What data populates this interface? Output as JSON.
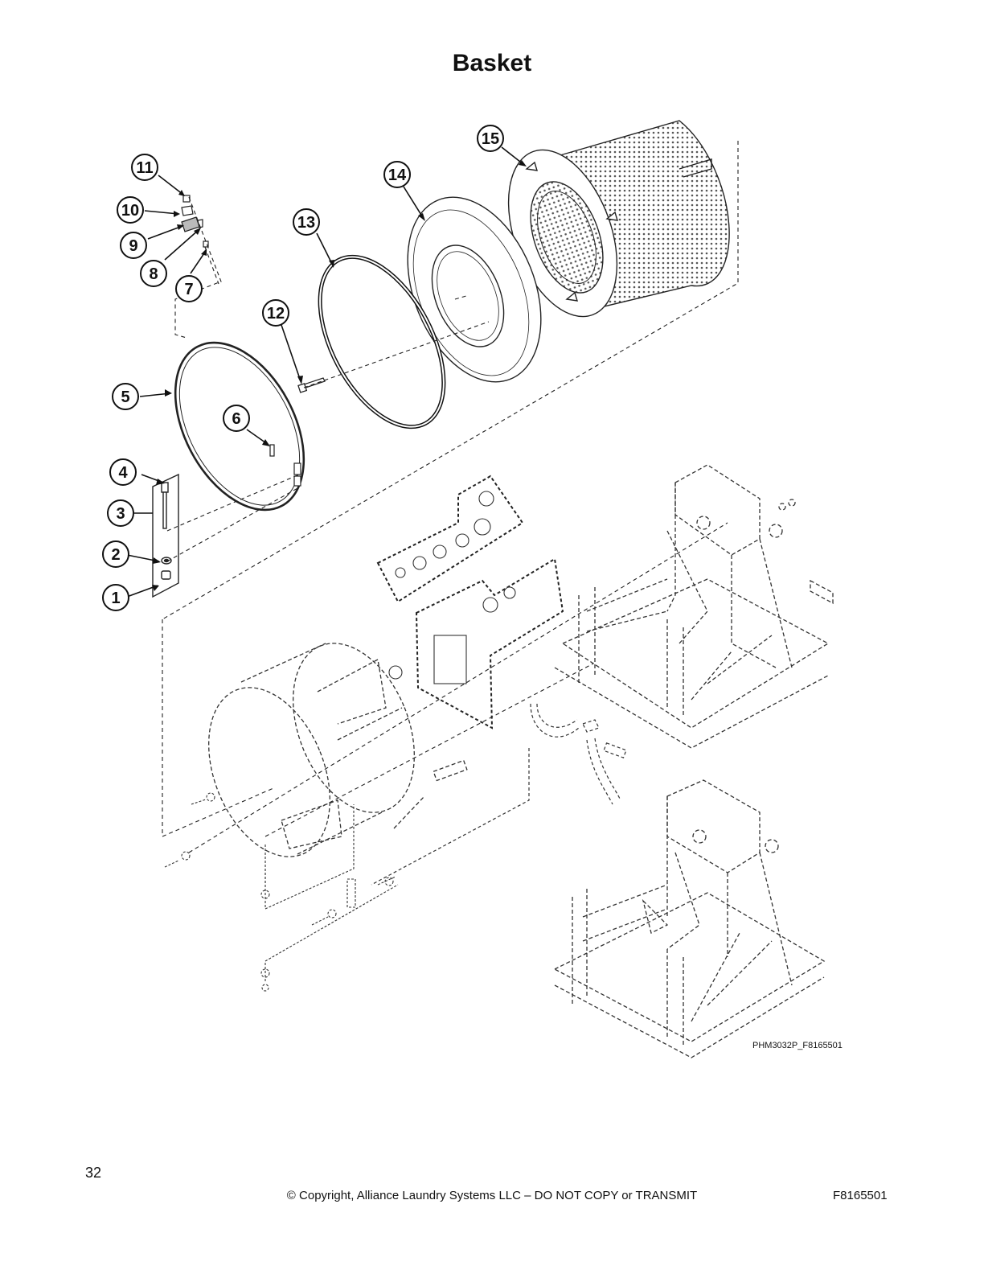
{
  "page": {
    "title": "Basket",
    "drawing_id": "PHM3032P_F8165501",
    "page_number": "32",
    "copyright": "© Copyright, Alliance Laundry Systems LLC – DO NOT COPY or TRANSMIT",
    "doc_id": "F8165501"
  },
  "callouts": [
    "1",
    "2",
    "3",
    "4",
    "5",
    "6",
    "7",
    "8",
    "9",
    "10",
    "11",
    "12",
    "13",
    "14",
    "15"
  ]
}
